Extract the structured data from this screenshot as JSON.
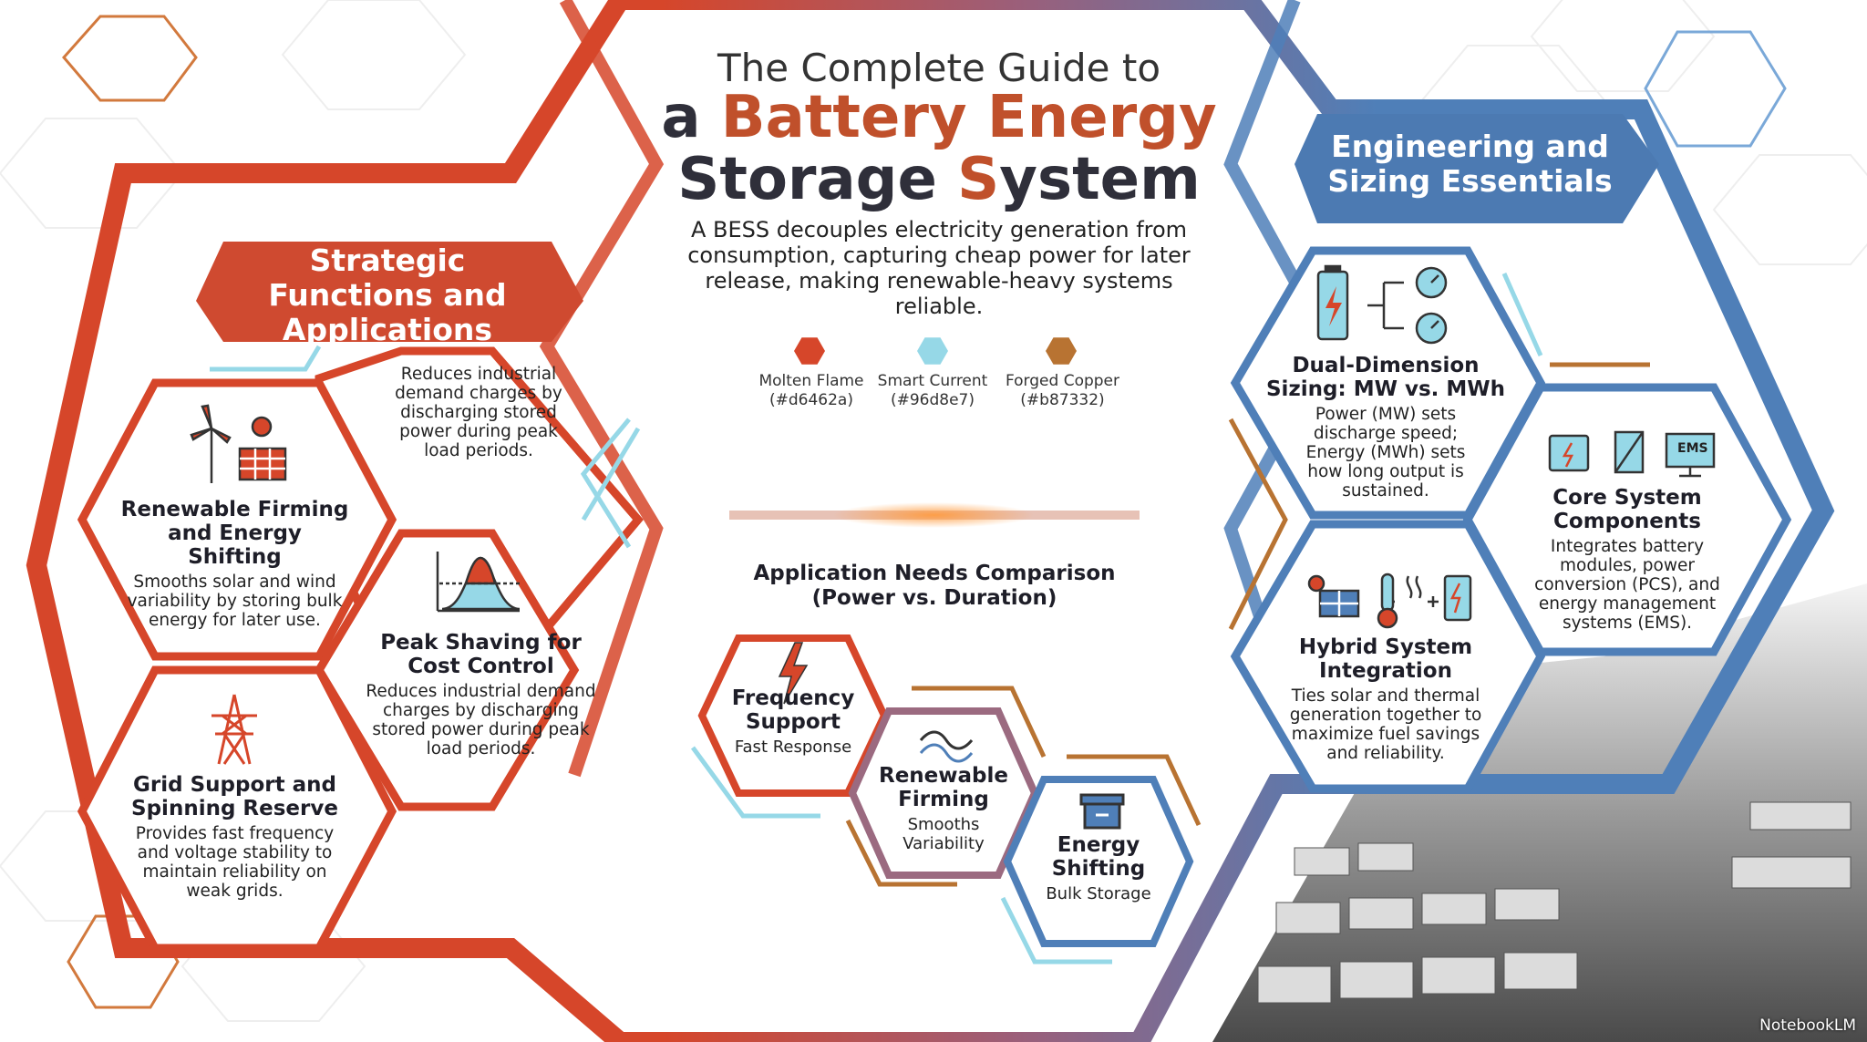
{
  "header": {
    "title_line1": "The Complete Guide to",
    "title_line2_a": "a ",
    "title_line2_b": "Battery Energy",
    "title_line3_a": "Storage ",
    "title_line3_b": "S",
    "title_line3_c": "ystem",
    "intro": "A BESS decouples electricity generation from consumption, capturing cheap power for later release, making renewable-heavy systems reliable."
  },
  "palette": [
    {
      "name": "Molten Flame",
      "code": "(#d6462a)",
      "color": "#d6462a"
    },
    {
      "name": "Smart Current",
      "code": "(#96d8e7)",
      "color": "#96d8e7"
    },
    {
      "name": "Forged Copper",
      "code": "(#b87332)",
      "color": "#b87332"
    }
  ],
  "left": {
    "banner": "Strategic Functions and Applications",
    "top_text": "Reduces industrial demand charges by discharging stored power during peak load periods.",
    "cards": [
      {
        "icon": "wind-solar-icon",
        "title": "Renewable Firming and Energy Shifting",
        "text": "Smooths solar and wind variability by storing bulk energy for later use."
      },
      {
        "icon": "peak-curve-icon",
        "title": "Peak Shaving for Cost Control",
        "text": "Reduces industrial demand charges by discharging stored power during peak load periods."
      },
      {
        "icon": "pylon-icon",
        "title": "Grid Support and Spinning Reserve",
        "text": "Provides fast frequency and voltage stability to maintain reliability on weak grids."
      }
    ]
  },
  "center": {
    "comparison_title": "Application Needs Comparison (Power vs. Duration)",
    "items": [
      {
        "icon": "lightning-icon",
        "title": "Frequency Support",
        "sub": "Fast Response"
      },
      {
        "icon": "wave-icon",
        "title": "Renewable Firming",
        "sub": "Smooths Variability"
      },
      {
        "icon": "battery-box-icon",
        "title": "Energy Shifting",
        "sub": "Bulk Storage"
      }
    ]
  },
  "right": {
    "banner": "Engineering and Sizing Essentials",
    "cards": [
      {
        "icon": "battery-gauges-icon",
        "title": "Dual-Dimension Sizing: MW vs. MWh",
        "text": "Power (MW) sets discharge speed; Energy (MWh) sets how long output is sustained."
      },
      {
        "icon": "components-icon",
        "ems_label": "EMS",
        "title": "Core System Components",
        "text": "Integrates battery modules, power conversion (PCS), and energy management systems (EMS)."
      },
      {
        "icon": "hybrid-icon",
        "title": "Hybrid System Integration",
        "text": "Ties solar and thermal generation together to maximize fuel savings and reliability."
      }
    ]
  },
  "footer": {
    "brand": "NotebookLM"
  }
}
